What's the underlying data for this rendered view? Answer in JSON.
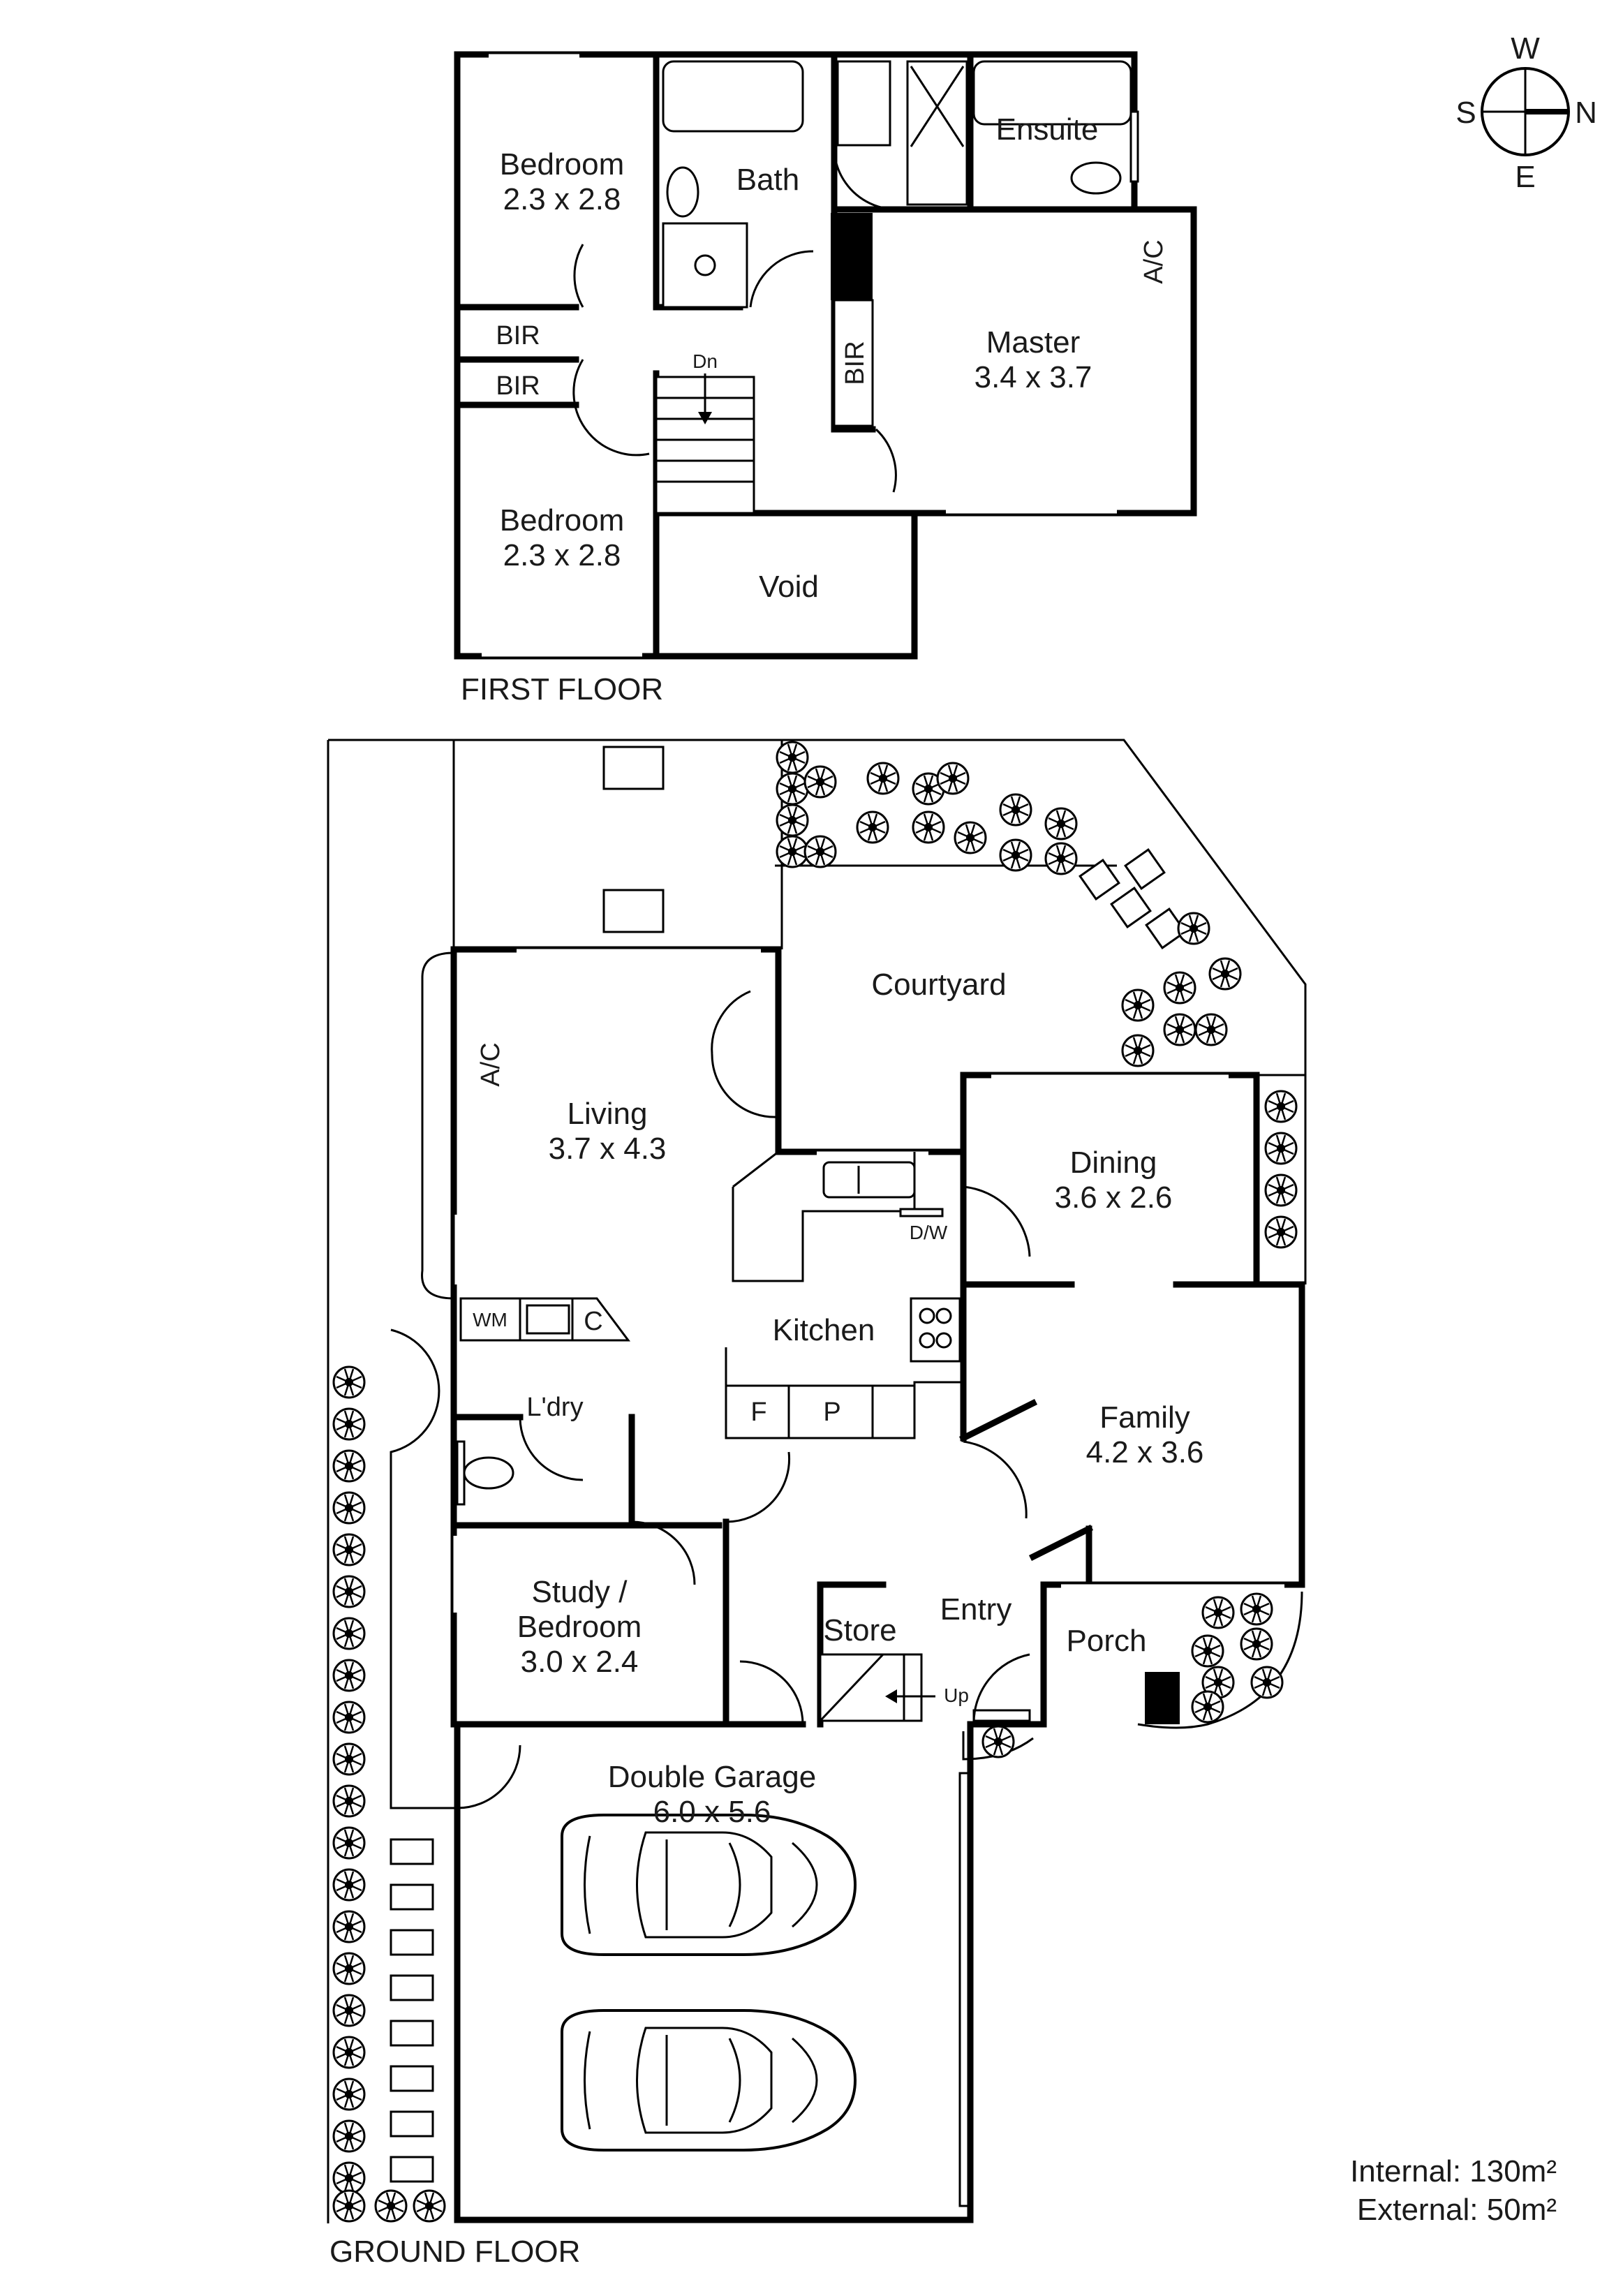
{
  "compass": {
    "north": "N",
    "south": "S",
    "east": "E",
    "west": "W"
  },
  "first_floor": {
    "title": "FIRST FLOOR",
    "bedroom_1": {
      "name": "Bedroom",
      "size": "2.3 x 2.8"
    },
    "bedroom_2": {
      "name": "Bedroom",
      "size": "2.3 x 2.8"
    },
    "bath": "Bath",
    "ensuite": "Ensuite",
    "master": {
      "name": "Master",
      "size": "3.4 x 3.7"
    },
    "bir_1": "BIR",
    "bir_2": "BIR",
    "bir_master": "BIR",
    "ac": "A/C",
    "stairs": "Dn",
    "void": "Void"
  },
  "ground_floor": {
    "title": "GROUND FLOOR",
    "courtyard": "Courtyard",
    "living": {
      "name": "Living",
      "size": "3.7 x 4.3"
    },
    "ac": "A/C",
    "dining": {
      "name": "Dining",
      "size": "3.6 x 2.6"
    },
    "dishwasher": "D/W",
    "kitchen": "Kitchen",
    "fridge": "F",
    "pantry": "P",
    "washing_machine": "WM",
    "cupboard": "C",
    "laundry": "L'dry",
    "family": {
      "name": "Family",
      "size": "4.2 x 3.6"
    },
    "study": {
      "name_line1": "Study /",
      "name_line2": "Bedroom",
      "size": "3.0 x 2.4"
    },
    "entry": "Entry",
    "store": "Store",
    "porch": "Porch",
    "stairs": "Up",
    "garage": {
      "name": "Double Garage",
      "size": "6.0 x 5.6"
    }
  },
  "areas": {
    "internal": "Internal: 130m²",
    "external": "External: 50m²"
  }
}
